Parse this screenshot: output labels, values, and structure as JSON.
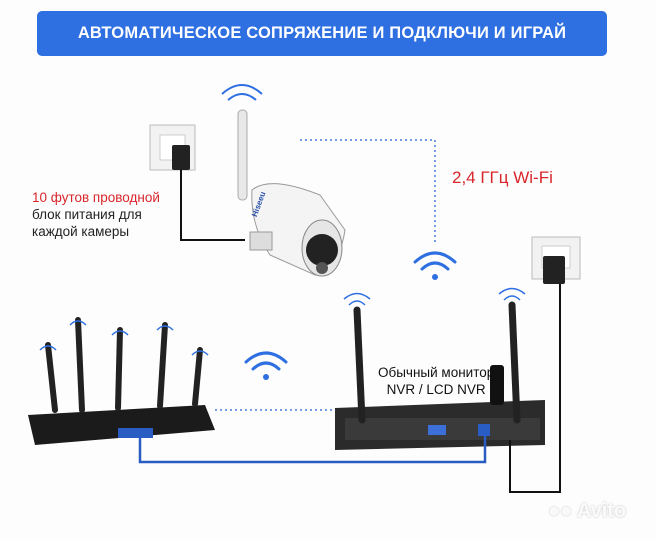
{
  "header": {
    "title": "АВТОМАТИЧЕСКОЕ СОПРЯЖЕНИЕ И ПОДКЛЮЧИ И ИГРАЙ"
  },
  "power_note": {
    "line1": "10 футов проводной",
    "line2": "блок питания для",
    "line3": "каждой камеры"
  },
  "wifi_band": "2,4 ГГц Wi-Fi",
  "nvr_label": {
    "line1": "Обычный монитор",
    "line2": "NVR / LCD NVR"
  },
  "camera_brand": "Hiseeu",
  "watermark": "Avito",
  "colors": {
    "banner": "#2e6fe2",
    "accent_red": "#d8262b",
    "cable_blue": "#2a5dc4",
    "wifi_icon": "#2e6fe2"
  }
}
